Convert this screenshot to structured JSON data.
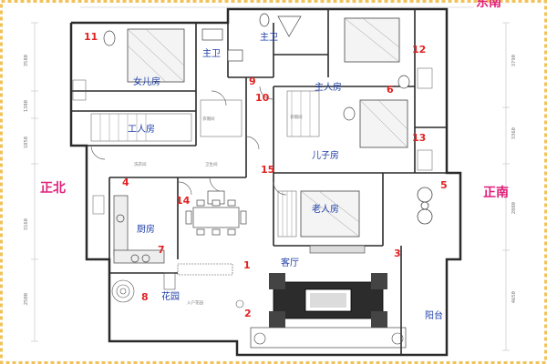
{
  "directions": {
    "north": "正北",
    "south": "正南",
    "southeast": "东南"
  },
  "rooms": {
    "daughter_room": "女儿房",
    "master_bath": "主卫",
    "master_bath_2": "主卫",
    "master_room": "主人房",
    "maid_room": "工人房",
    "son_room": "儿子房",
    "elder_room": "老人房",
    "kitchen": "厨房",
    "living_room": "客厅",
    "garden": "花园",
    "balcony": "阳台"
  },
  "markers": [
    "1",
    "2",
    "3",
    "4",
    "5",
    "6",
    "7",
    "8",
    "9",
    "10",
    "11",
    "12",
    "13",
    "14",
    "15"
  ],
  "dimensions": {
    "left": [
      "3580",
      "1380",
      "1850",
      "3160",
      "2500"
    ],
    "right": [
      "3790",
      "3360",
      "2880",
      "4650"
    ]
  },
  "notes": {
    "closet": "衣帽间",
    "laundry": "洗衣间",
    "maid_bath": "卫生间",
    "entrance": "入户花园"
  },
  "colors": {
    "room_label": "#1f3fa8",
    "marker": "#e32222",
    "direction": "#e0207a",
    "border": "#f2c25a",
    "wall": "#2a2a2a"
  }
}
